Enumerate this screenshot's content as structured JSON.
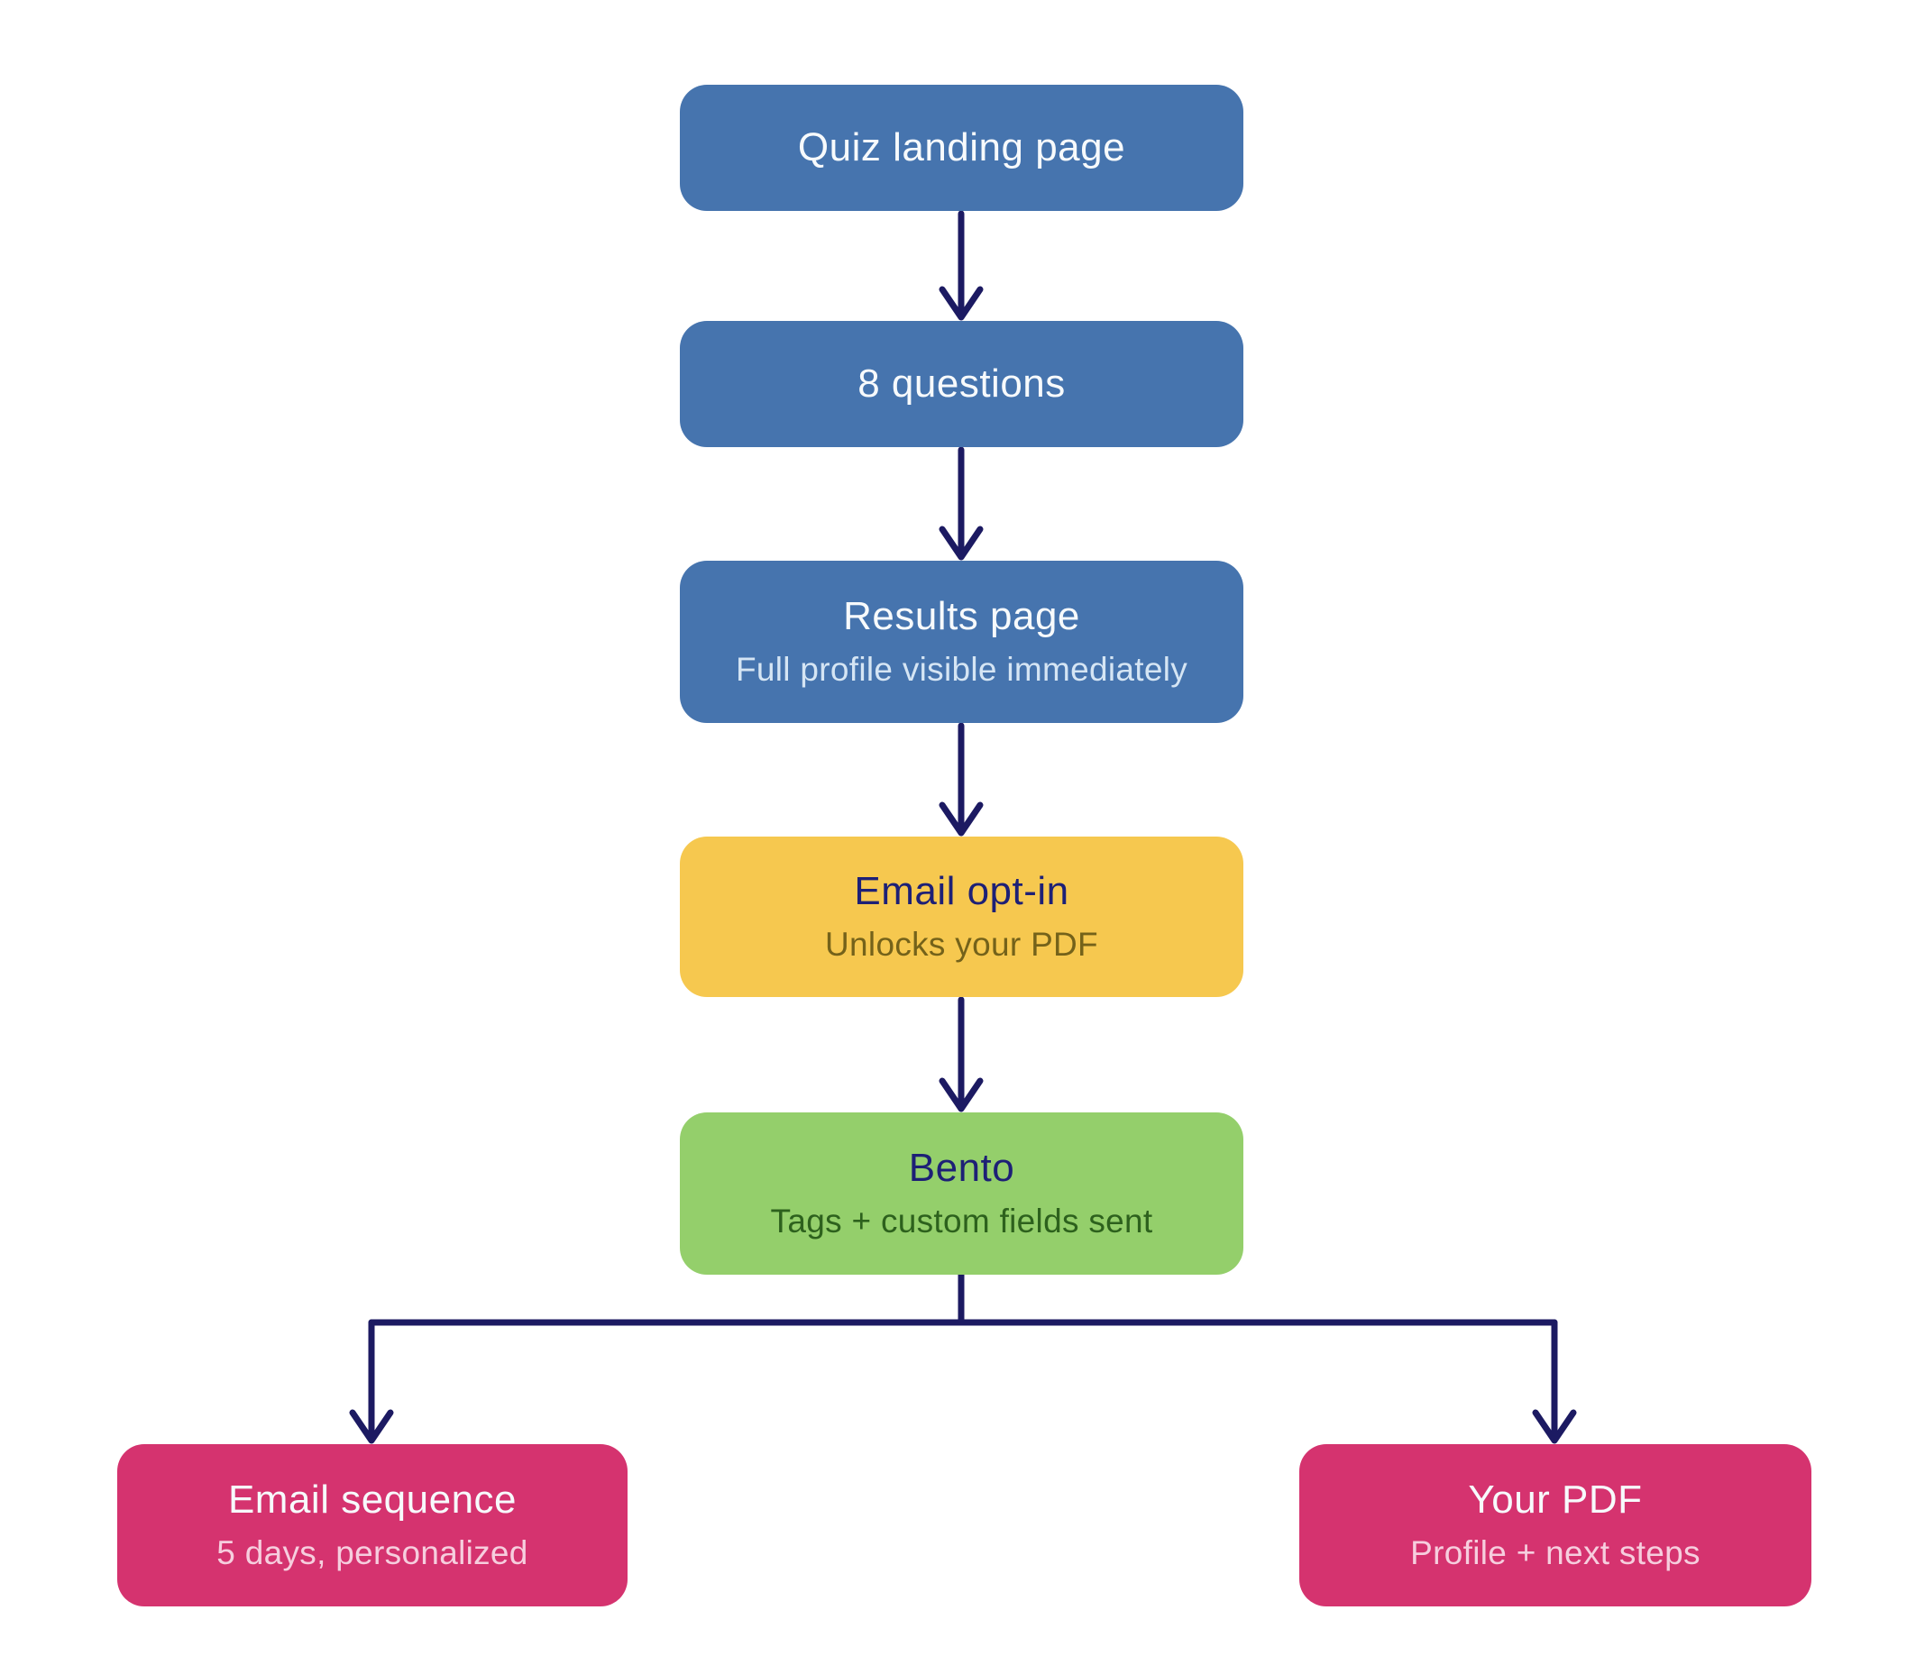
{
  "colors": {
    "node-blue": "#4674ae",
    "node-yellow": "#f6c84f",
    "node-green": "#94cf6b",
    "node-pink": "#d5336f",
    "arrow": "#1c1a62",
    "title-light": "#f7fafc",
    "title-navy": "#1d2076",
    "subtitle-blue": "#d5e5f4",
    "subtitle-yellow": "#74621a",
    "subtitle-green": "#2d611d",
    "subtitle-pink": "#f6cede",
    "background": "#ffffff"
  },
  "flowchart": {
    "nodes": [
      {
        "id": "quiz-landing-page",
        "title": "Quiz landing page",
        "subtitle": "",
        "color": "blue"
      },
      {
        "id": "questions",
        "title": "8 questions",
        "subtitle": "",
        "color": "blue"
      },
      {
        "id": "results-page",
        "title": "Results page",
        "subtitle": "Full profile visible immediately",
        "color": "blue"
      },
      {
        "id": "email-opt-in",
        "title": "Email opt-in",
        "subtitle": "Unlocks your PDF",
        "color": "yellow"
      },
      {
        "id": "bento",
        "title": "Bento",
        "subtitle": "Tags + custom fields sent",
        "color": "green"
      },
      {
        "id": "email-sequence",
        "title": "Email sequence",
        "subtitle": "5 days, personalized",
        "color": "pink"
      },
      {
        "id": "your-pdf",
        "title": "Your PDF",
        "subtitle": "Profile + next steps",
        "color": "pink"
      }
    ],
    "edges": [
      {
        "from": "quiz-landing-page",
        "to": "questions"
      },
      {
        "from": "questions",
        "to": "results-page"
      },
      {
        "from": "results-page",
        "to": "email-opt-in"
      },
      {
        "from": "email-opt-in",
        "to": "bento"
      },
      {
        "from": "bento",
        "to": "email-sequence"
      },
      {
        "from": "bento",
        "to": "your-pdf"
      }
    ]
  }
}
